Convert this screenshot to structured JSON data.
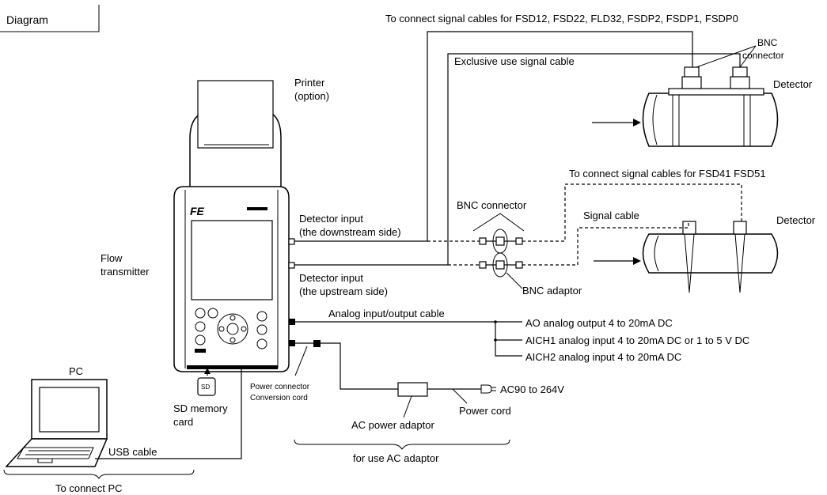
{
  "title": "Diagram",
  "labels": {
    "top_cables": "To connect signal cables for FSD12, FSD22, FLD32, FSDP2, FSDP1, FSDP0",
    "bnc_connector_top_1": "BNC",
    "bnc_connector_top_2": "connector",
    "detector_top": "Detector",
    "exclusive_cable": "Exclusive use signal cable",
    "printer_1": "Printer",
    "printer_2": "(option)",
    "mid_cables": "To connect signal cables for FSD41 FSD51",
    "bnc_connector_mid": "BNC connector",
    "signal_cable": "Signal cable",
    "detector_mid": "Detector",
    "det_input_down_1": "Detector input",
    "det_input_down_2": "(the downstream side)",
    "det_input_up_1": "Detector input",
    "det_input_up_2": "(the upstream side)",
    "bnc_adaptor": "BNC adaptor",
    "flow_transmitter_1": "Flow",
    "flow_transmitter_2": "transmitter",
    "analog_cable": "Analog input/output cable",
    "ao_output": "AO analog output 4 to 20mA DC",
    "aich1_input": "AICH1 analog input 4 to 20mA DC or 1 to 5 V DC",
    "aich2_input": "AICH2 analog input 4 to 20mA DC",
    "pc": "PC",
    "sd_slot": "SD",
    "sd_card_1": "SD memory",
    "sd_card_2": "card",
    "power_conn_1": "Power connector",
    "power_conn_2": "Conversion cord",
    "ac_input": "AC90 to 264V",
    "power_cord": "Power cord",
    "ac_power_adaptor": "AC power adaptor",
    "usb_cable": "USB cable",
    "for_ac_adaptor": "for use AC adaptor",
    "to_connect_pc": "To connect PC",
    "brand_logo": "FE"
  }
}
